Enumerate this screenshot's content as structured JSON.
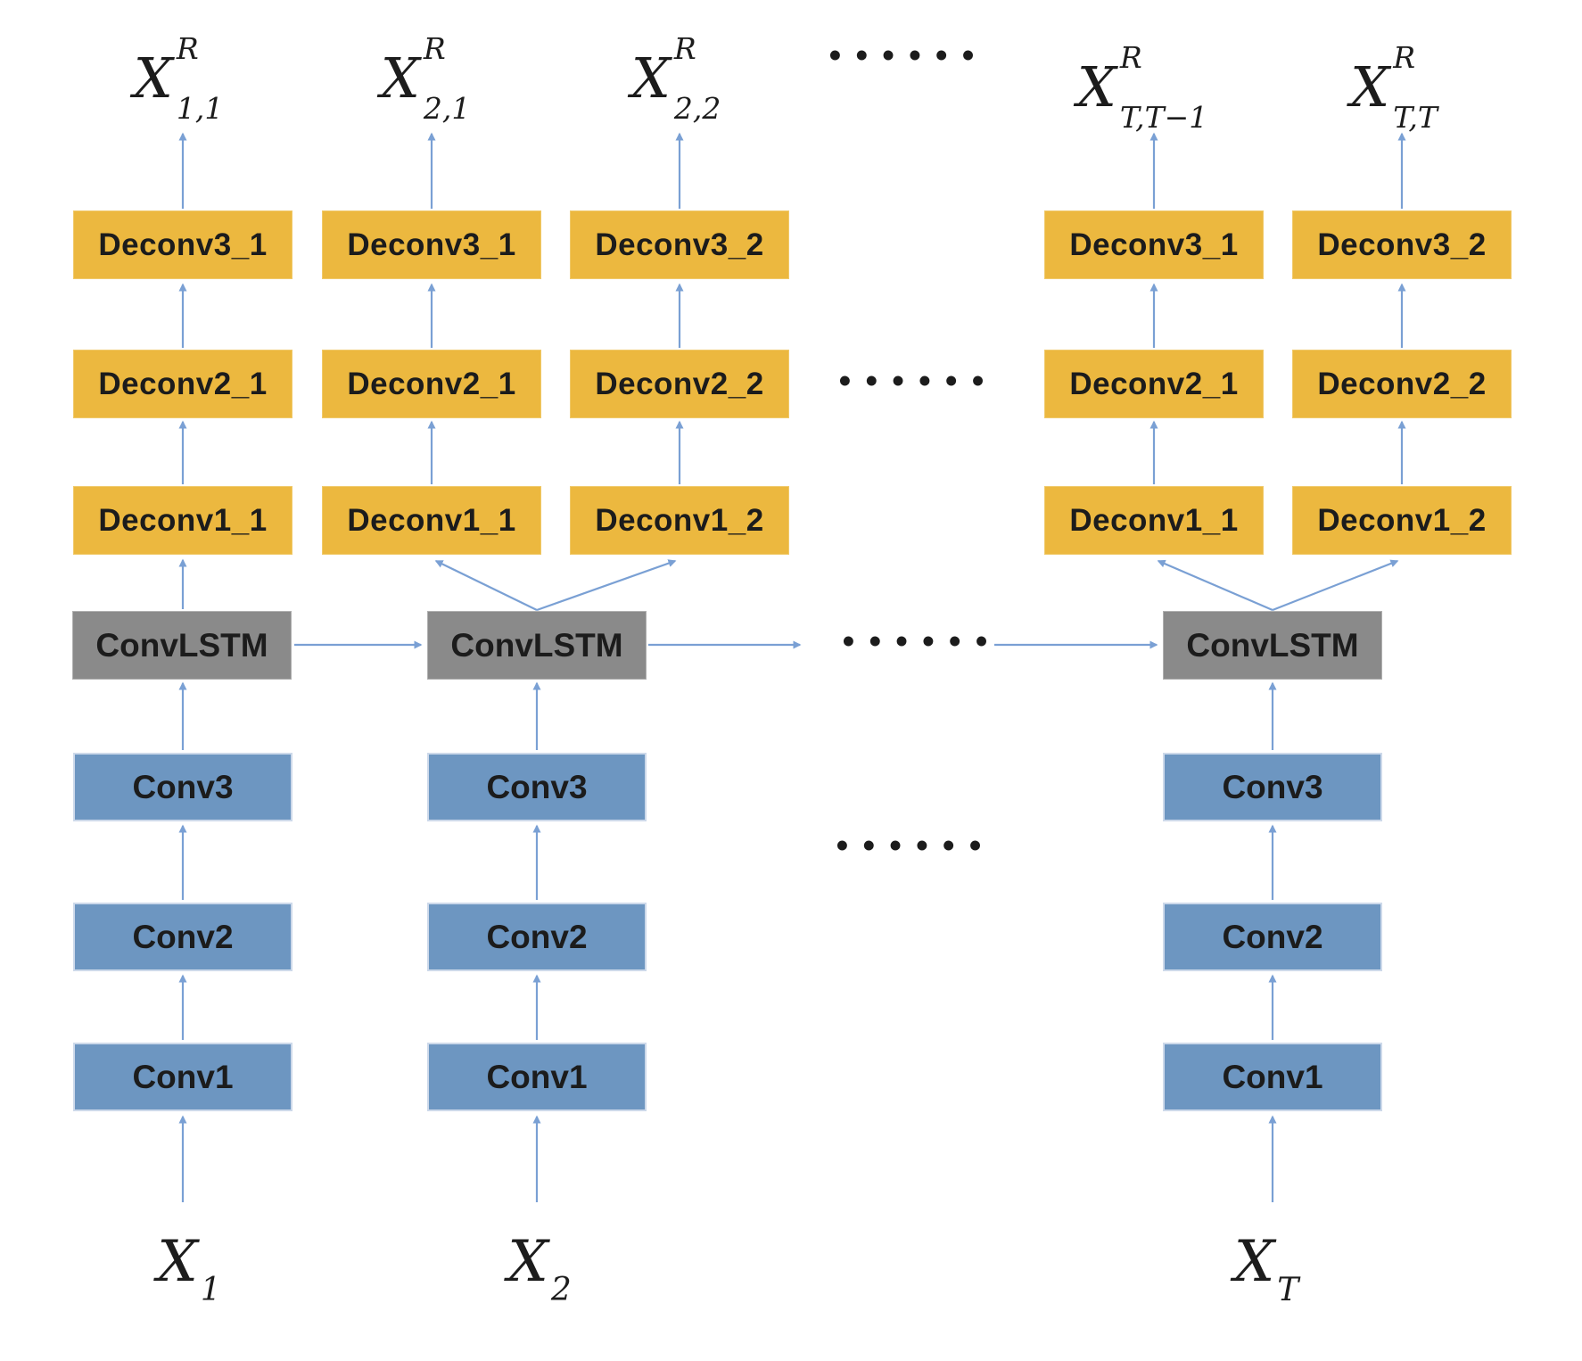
{
  "colors": {
    "deconv_box": "#ECB83F",
    "conv_box": "#6D96C1",
    "convlstm_box": "#8A8A8A",
    "arrow": "#7AA0D4",
    "text": "#1C1C1C",
    "background": "#FFFFFF"
  },
  "labels": {
    "convlstm": "ConvLSTM",
    "conv1": "Conv1",
    "conv2": "Conv2",
    "conv3": "Conv3"
  },
  "decoder_stacks": [
    {
      "deconv1": "Deconv1_1",
      "deconv2": "Deconv2_1",
      "deconv3": "Deconv3_1"
    },
    {
      "deconv1": "Deconv1_1",
      "deconv2": "Deconv2_1",
      "deconv3": "Deconv3_1"
    },
    {
      "deconv1": "Deconv1_2",
      "deconv2": "Deconv2_2",
      "deconv3": "Deconv3_2"
    },
    {
      "deconv1": "Deconv1_1",
      "deconv2": "Deconv2_1",
      "deconv3": "Deconv3_1"
    },
    {
      "deconv1": "Deconv1_2",
      "deconv2": "Deconv2_2",
      "deconv3": "Deconv3_2"
    }
  ],
  "outputs": [
    {
      "base": "X",
      "sup": "R",
      "sub": "1,1"
    },
    {
      "base": "X",
      "sup": "R",
      "sub": "2,1"
    },
    {
      "base": "X",
      "sup": "R",
      "sub": "2,2"
    },
    {
      "base": "X",
      "sup": "R",
      "sub": "T,T−1"
    },
    {
      "base": "X",
      "sup": "R",
      "sub": "T,T"
    }
  ],
  "inputs": [
    {
      "base": "X",
      "sub": "1"
    },
    {
      "base": "X",
      "sub": "2"
    },
    {
      "base": "X",
      "sub": "T"
    }
  ],
  "ellipsis": "••••••"
}
